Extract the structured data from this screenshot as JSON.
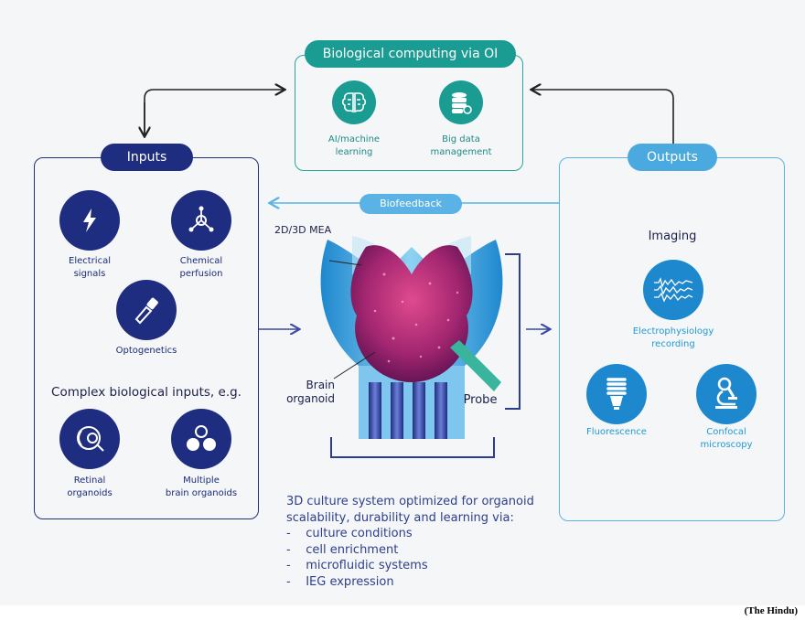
{
  "top": {
    "title": "Biological computing via OI",
    "items": [
      {
        "line1": "AI/machine",
        "line2": "learning",
        "icon": "brain-icon"
      },
      {
        "line1": "Big data",
        "line2": "management",
        "icon": "database-icon"
      }
    ]
  },
  "inputs": {
    "title": "Inputs",
    "items": [
      {
        "line1": "Electrical",
        "line2": "signals",
        "icon": "lightning-icon"
      },
      {
        "line1": "Chemical",
        "line2": "perfusion",
        "icon": "molecule-icon"
      },
      {
        "line1": "Optogenetics",
        "icon": "flashlight-icon"
      },
      {
        "line1": "Retinal",
        "line2": "organoids",
        "icon": "eye-icon"
      },
      {
        "line1": "Multiple",
        "line2": "brain organoids",
        "icon": "cells-icon"
      }
    ],
    "complex_heading": "Complex biological inputs, e.g."
  },
  "device": {
    "biofeedback": "Biofeedback",
    "mea_label": "2D/3D MEA",
    "organoid_line1": "Brain",
    "organoid_line2": "organoid",
    "probe_label": "Probe"
  },
  "outputs": {
    "title": "Outputs",
    "imaging": "Imaging",
    "items": [
      {
        "line1": "Electrophysiology",
        "line2": "recording",
        "icon": "waveform-icon"
      },
      {
        "line1": "Fluorescence",
        "icon": "lamp-icon"
      },
      {
        "line1": "Confocal",
        "line2": "microscopy",
        "icon": "microscope-icon"
      }
    ]
  },
  "notes": [
    "3D culture system optimized for organoid",
    "scalability, durability and learning via:",
    "-    culture conditions",
    "-    cell enrichment",
    "-    microfluidic systems",
    "-    IEG expression"
  ],
  "credit": "(The Hindu)",
  "colors": {
    "navy": "#1f2d80",
    "teal": "#1a9c93",
    "sky": "#4aa9df",
    "organoid_magenta": "#a22670",
    "probe_green": "#38b59c"
  }
}
